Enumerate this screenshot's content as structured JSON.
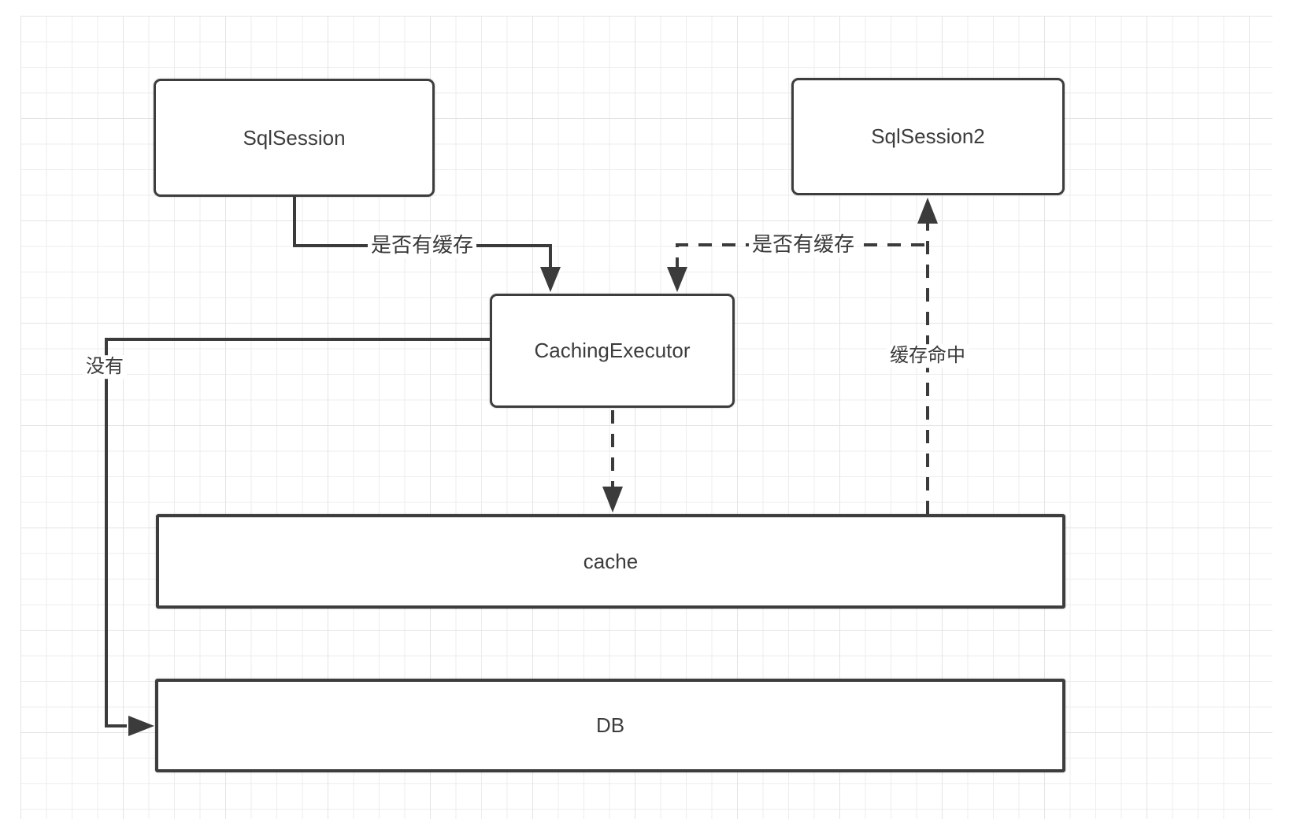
{
  "diagram": {
    "nodes": [
      {
        "id": "sqlsession",
        "label": "SqlSession"
      },
      {
        "id": "sqlsession2",
        "label": "SqlSession2"
      },
      {
        "id": "cachingexecutor",
        "label": "CachingExecutor"
      },
      {
        "id": "cache",
        "label": "cache"
      },
      {
        "id": "db",
        "label": "DB"
      }
    ],
    "edges": [
      {
        "from": "SqlSession",
        "to": "CachingExecutor",
        "label": "是否有缓存",
        "style": "solid"
      },
      {
        "from": "CachingExecutor",
        "to": "SqlSession2",
        "label": "是否有缓存",
        "style": "dashed"
      },
      {
        "from": "cache",
        "to": "SqlSession2",
        "label": "缓存命中",
        "style": "dashed"
      },
      {
        "from": "CachingExecutor",
        "to": "cache",
        "label": "",
        "style": "dashed"
      },
      {
        "from": "CachingExecutor",
        "to": "DB",
        "label": "没有",
        "style": "solid"
      }
    ],
    "colors": {
      "stroke": "#3b3b3b",
      "text": "#3c3c3c",
      "node_fill": "#ffffff",
      "background": "#ffffff",
      "grid_minor": "#ededed",
      "grid_major": "#e4e4e4"
    }
  }
}
